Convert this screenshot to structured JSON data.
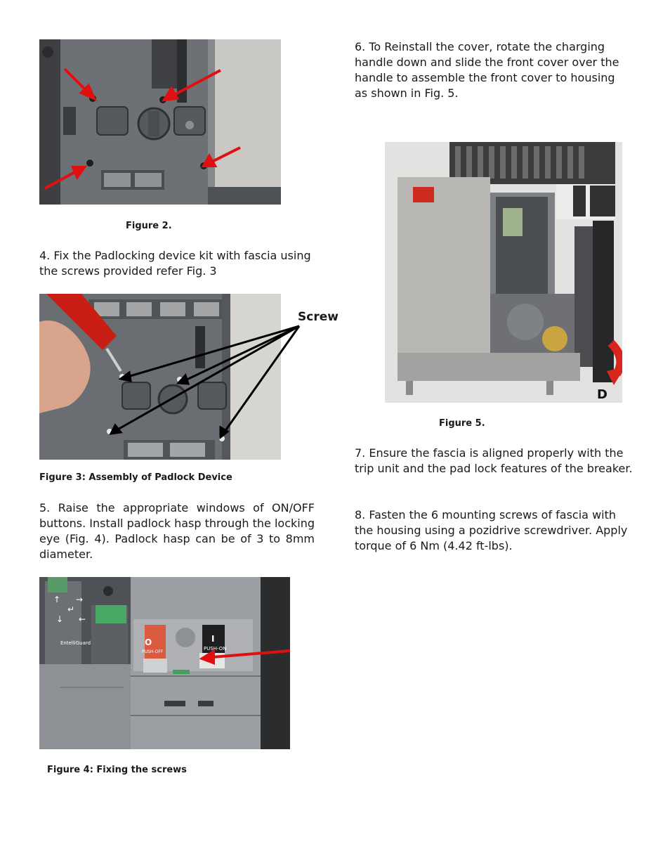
{
  "left": {
    "fig2_caption": "Figure 2.",
    "step4": "4. Fix the Padlocking device kit with fascia using the screws provided refer Fig. 3",
    "fig3_label": "Screw",
    "fig3_caption": "Figure 3: Assembly of Padlock Device",
    "step5": "5. Raise the appropriate windows of ON/OFF buttons. Install padlock hasp through the locking eye (Fig. 4). Padlock hasp can be of 3 to 8mm diameter.",
    "fig4_caption": "Figure 4: Fixing the screws",
    "fig4_labels": {
      "off_button": "O",
      "off_text": "PUSH-OFF",
      "on_button": "I",
      "on_text": "PUSH-ON",
      "brand": "EntelliGuard"
    }
  },
  "right": {
    "step6": "6. To Reinstall the cover, rotate the charging handle down and slide the front cover over the handle to assemble the front cover to housing as shown in Fig. 5.",
    "fig5_label": "D",
    "fig5_caption": "Figure 5.",
    "step7": "7. Ensure the fascia is aligned properly with the trip unit and the pad lock features of the breaker.",
    "step8": "8. Fasten the 6 mounting screws of fascia with the housing using a pozidrive screwdriver.  Apply torque of 6 Nm (4.42 ft-lbs)."
  },
  "colors": {
    "arrow_red": "#e01010",
    "arrow_black": "#000000",
    "panel_gray": "#6b6e72"
  }
}
